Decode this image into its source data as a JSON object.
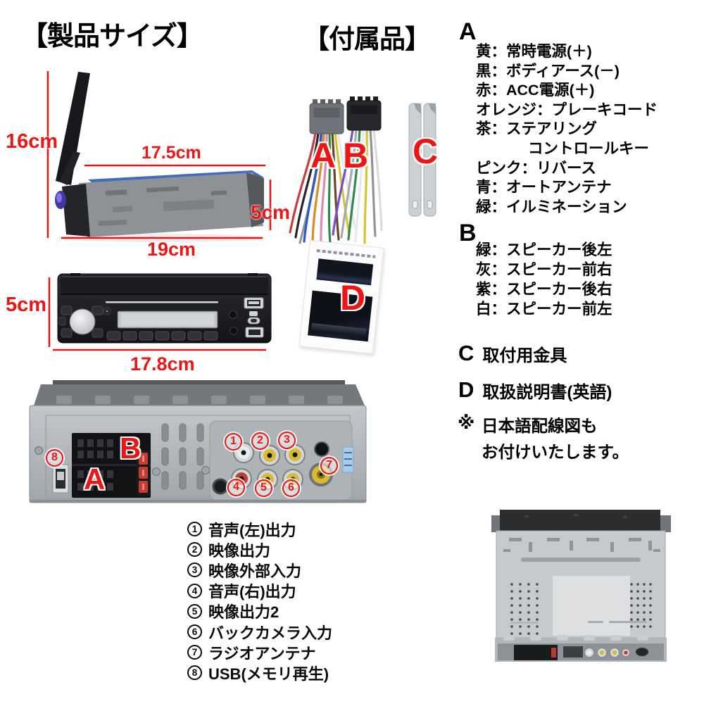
{
  "colors": {
    "accent_red": "#ee1515",
    "text": "#000000",
    "background": "#ffffff"
  },
  "headings": {
    "product_size": "【製品サイズ】",
    "accessories": "【付属品】"
  },
  "dimensions": {
    "side_height": "16cm",
    "side_top_width": "17.5cm",
    "side_depth": "5cm",
    "side_bottom_width": "19cm",
    "front_height": "5cm",
    "front_width": "17.8cm"
  },
  "accessory_labels": {
    "harness_a": "A",
    "harness_b": "B",
    "brackets": "C",
    "manual": "D"
  },
  "wiring_legend_a": {
    "letter": "A",
    "lines": [
      "黄：常時電源(＋)",
      "黒：ボディアース(－)",
      "赤：ACC電源(＋)",
      "オレンジ：プレーキコード",
      "茶：ステアリング",
      "コントロールキー",
      "ピンク：リバース",
      "青：オートアンテナ",
      "緑：イルミネーション"
    ]
  },
  "wiring_legend_b": {
    "letter": "B",
    "lines": [
      "緑：スピーカー後左",
      "灰：スピーカー前右",
      "紫：スピーカー後右",
      "白：スピーカー前左"
    ]
  },
  "item_c": {
    "letter": "C",
    "label": "取付用金具"
  },
  "item_d": {
    "letter": "D",
    "label": "取扱説明書(英語)"
  },
  "note": {
    "mark": "※",
    "line1": "日本語配線図も",
    "line2": "お付けいたします。"
  },
  "rear_labels": {
    "a": "A",
    "b": "B",
    "n1": "1",
    "n2": "2",
    "n3": "3",
    "n4": "4",
    "n5": "5",
    "n6": "6",
    "n7": "7",
    "n8": "8"
  },
  "port_list": {
    "items": [
      {
        "num": "1",
        "label": "音声(左)出力"
      },
      {
        "num": "2",
        "label": "映像出力"
      },
      {
        "num": "3",
        "label": "映像外部入力"
      },
      {
        "num": "4",
        "label": "音声(右)出力"
      },
      {
        "num": "5",
        "label": "映像出力2"
      },
      {
        "num": "6",
        "label": "バックカメラ入力"
      },
      {
        "num": "7",
        "label": "ラジオアンテナ"
      },
      {
        "num": "8",
        "label": "USB(メモリ再生)"
      }
    ]
  }
}
